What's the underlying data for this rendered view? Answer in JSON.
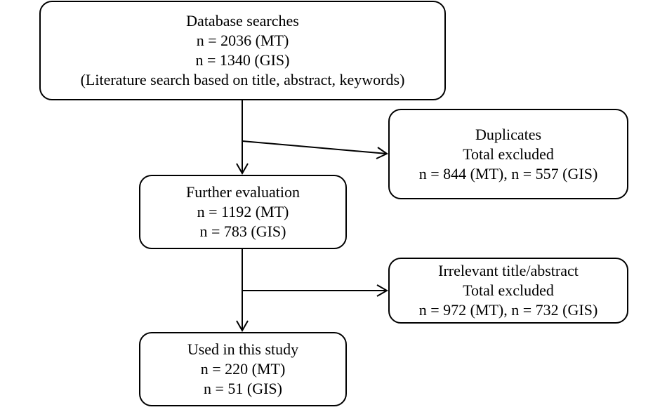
{
  "nodes": {
    "database_searches": {
      "lines": [
        "Database searches",
        "n = 2036 (MT)",
        "n = 1340 (GIS)",
        "(Literature search based on title, abstract, keywords)"
      ]
    },
    "duplicates": {
      "lines": [
        "Duplicates",
        "Total excluded",
        "n = 844 (MT), n = 557 (GIS)"
      ]
    },
    "further_evaluation": {
      "lines": [
        "Further evaluation",
        "n = 1192 (MT)",
        "n = 783 (GIS)"
      ]
    },
    "irrelevant": {
      "lines": [
        "Irrelevant title/abstract",
        "Total excluded",
        "n = 972 (MT), n = 732 (GIS)"
      ]
    },
    "used_in_study": {
      "lines": [
        "Used in this study",
        "n = 220 (MT)",
        "n = 51 (GIS)"
      ]
    }
  },
  "colors": {
    "stroke": "#000000",
    "background": "#ffffff"
  }
}
